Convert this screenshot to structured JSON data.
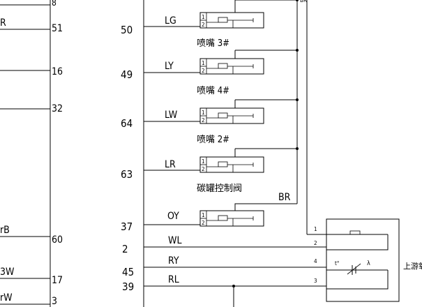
{
  "left_panel": {
    "terminals": [
      "8",
      "51",
      "16",
      "32",
      "60",
      "17",
      "3"
    ],
    "wires": [
      "R",
      "",
      "",
      "",
      "rB",
      "3W",
      "rW"
    ]
  },
  "rows": [
    {
      "num": "50",
      "wire": "LG",
      "label": ""
    },
    {
      "num": "49",
      "wire": "LY",
      "label": "喷嘴 3#"
    },
    {
      "num": "64",
      "wire": "LW",
      "label": "喷嘴 4#"
    },
    {
      "num": "63",
      "wire": "LR",
      "label": "喷嘴 2#"
    },
    {
      "num": "37",
      "wire": "OY",
      "label": "碳罐控制阀"
    }
  ],
  "relay_pins": [
    "1",
    "2"
  ],
  "bus_label": "BR",
  "lower_rows": [
    {
      "num": "2",
      "wire": "WL",
      "pin": "2"
    },
    {
      "num": "45",
      "wire": "RY",
      "pin": "4"
    },
    {
      "num": "39",
      "wire": "RL",
      "pin": "3"
    }
  ],
  "switch_pin_top": "1",
  "switch_label": "上游氧",
  "switch_temp_mark": "t°",
  "switch_lambda": "λ"
}
